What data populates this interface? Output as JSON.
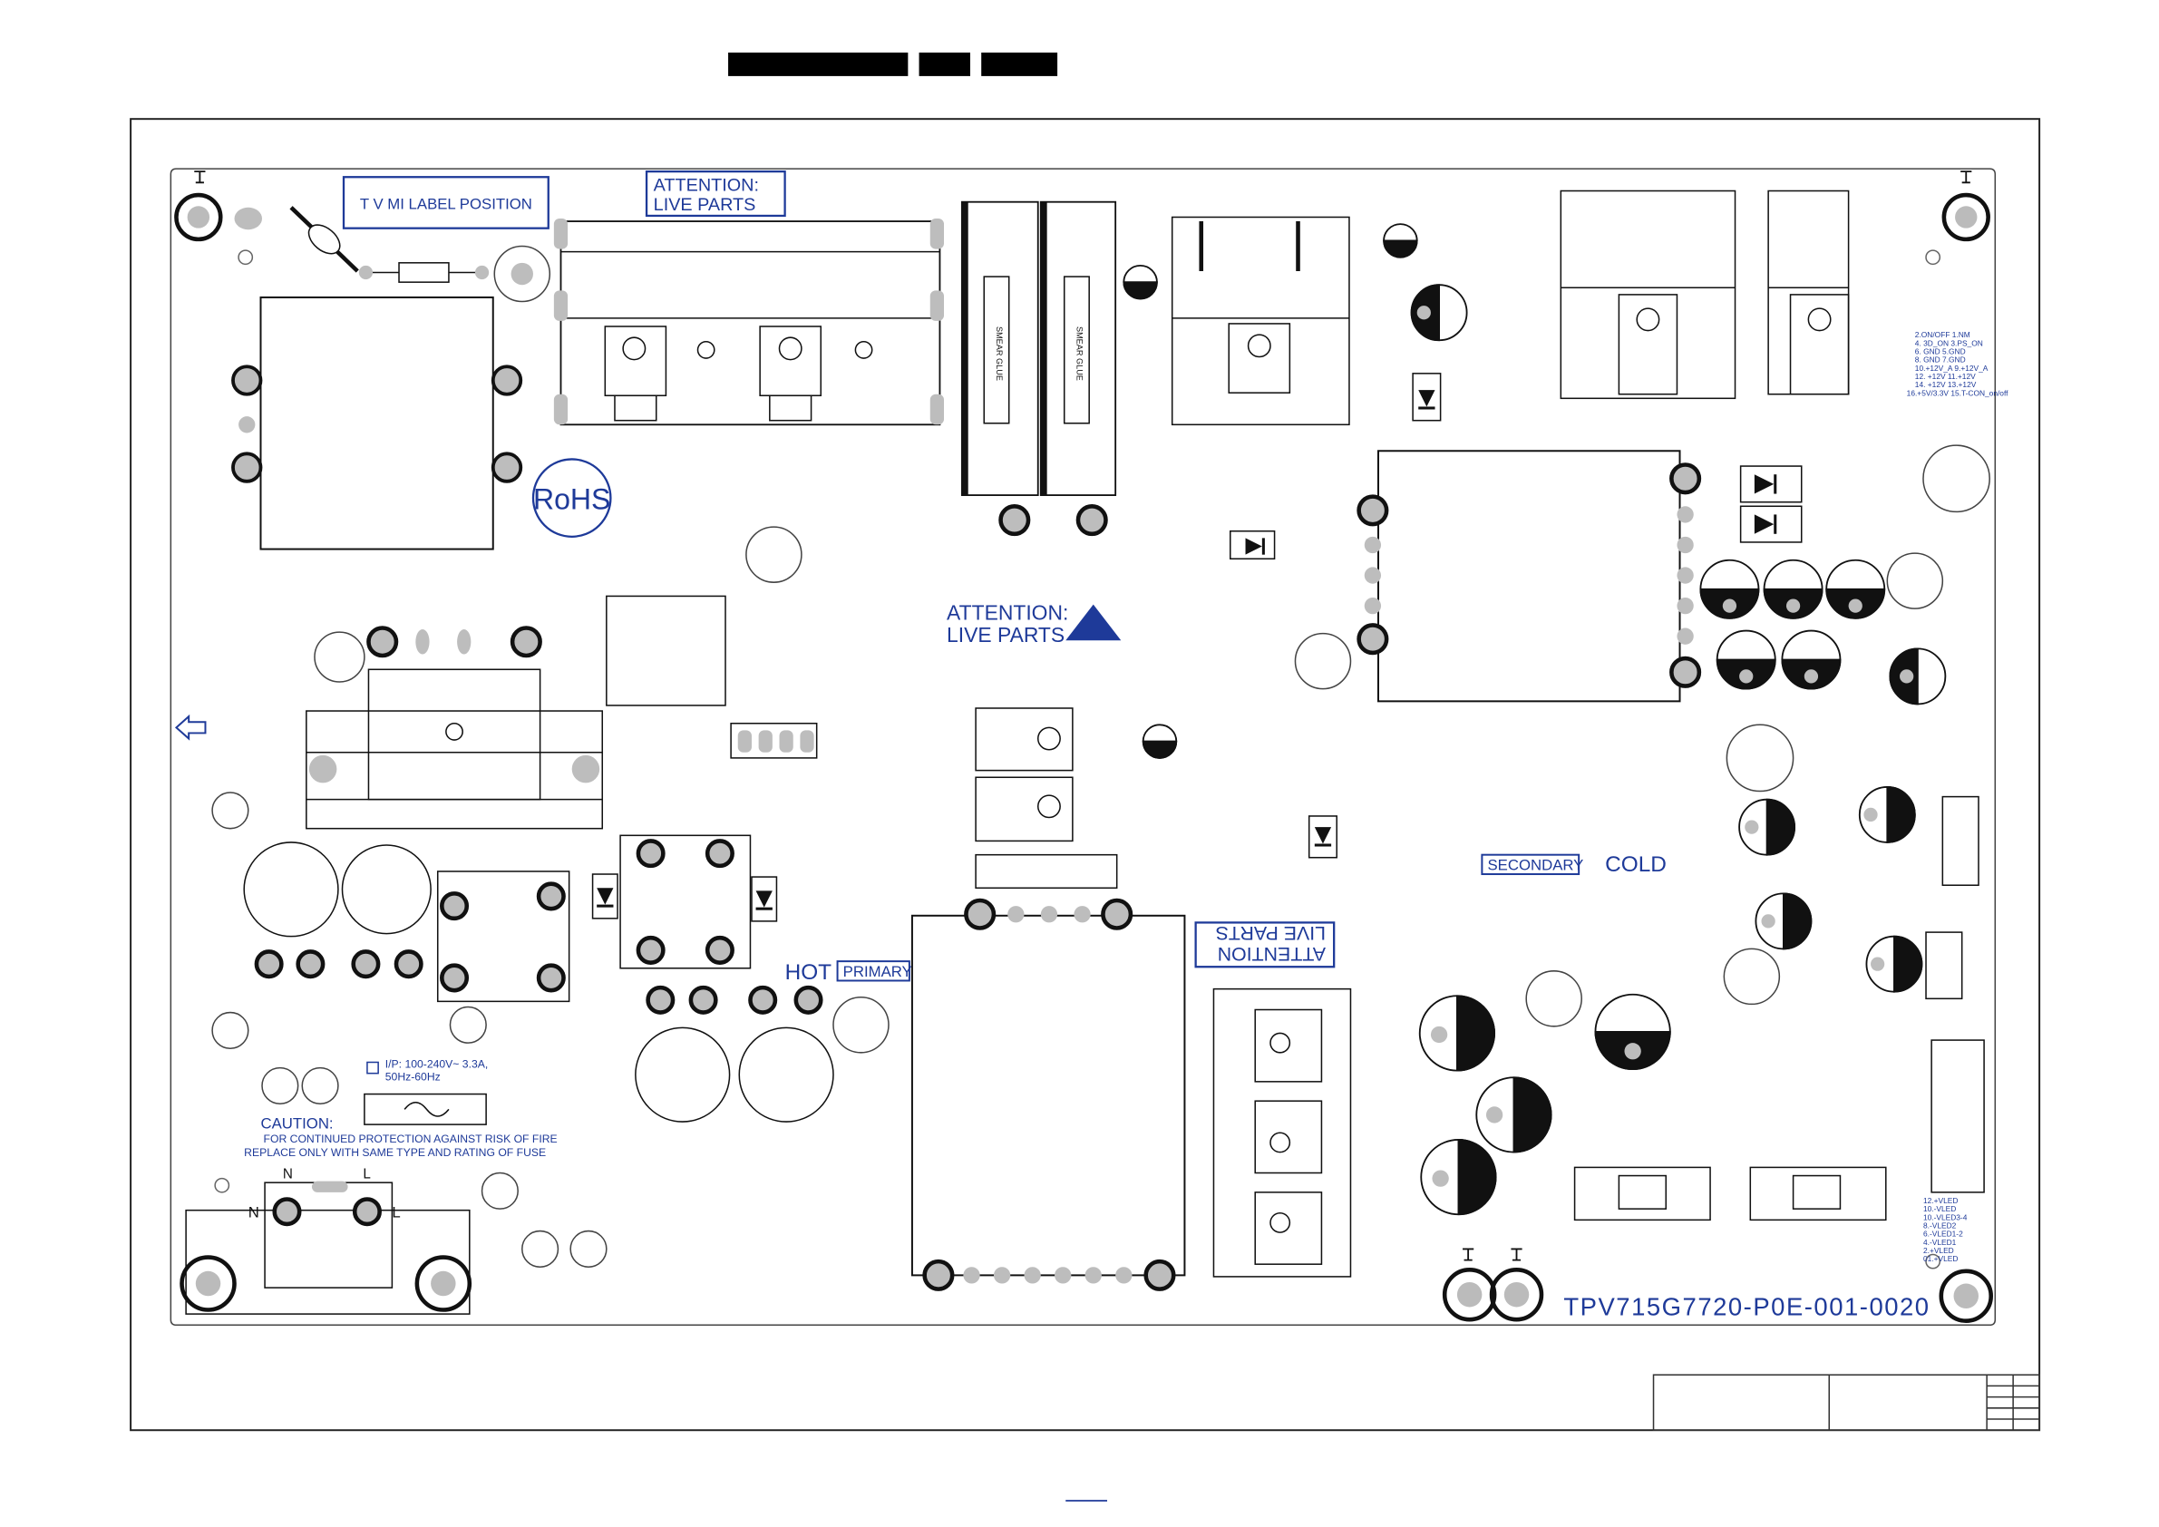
{
  "labels": {
    "tv_label": "T V  MI  LABEL  POSITION",
    "attention1_l1": "ATTENTION:",
    "attention1_l2": "LIVE PARTS",
    "attention2_l1": "ATTENTION:",
    "attention2_l2": "LIVE PARTS",
    "attention3_l1": "ATTENTION",
    "attention3_l2": "LIVE PARTS",
    "rohs": "RoHS",
    "hot": "HOT",
    "primary": "PRIMARY",
    "secondary": "SECONDARY",
    "cold": "COLD",
    "input_rating_l1": "I/P: 100-240V~ 3.3A,",
    "input_rating_l2": "50Hz-60Hz",
    "caution_title": "CAUTION:",
    "caution_l1": "FOR CONTINUED PROTECTION AGAINST RISK OF FIRE",
    "caution_l2": "REPLACE ONLY WITH SAME TYPE AND RATING OF FUSE",
    "board_id": "TPV715G7720-P0E-001-0020",
    "n_label": "N",
    "l_label": "L",
    "n_side": "N",
    "l_side": "L",
    "glue1": "SMEAR GLUE",
    "glue2": "SMEAR GLUE",
    "conn1_pins": [
      "2.ON/OFF 1.NM",
      "4. 3D_ON 3.PS_ON",
      "6. GND 5.GND",
      "8. GND 7.GND",
      "10.+12V_A 9.+12V_A",
      "12. +12V 11.+12V",
      "14. +12V 13.+12V",
      "16.+5V/3.3V 15.T-CON_on/off"
    ],
    "conn2_pins": [
      "12.+VLED",
      "10.-VLED",
      "10.-VLED3-4",
      "8.-VLED2",
      "6.-VLED1-2",
      "4.-VLED1",
      "2.+VLED",
      "01.+VLED"
    ]
  },
  "colors": {
    "ink": "#111111",
    "blue": "#1e3a99",
    "pad_gray": "#bdbdbd",
    "outline": "#444444"
  },
  "icons": [
    "screw-icon",
    "fuse-icon",
    "transformer-icon",
    "warning-triangle-icon",
    "capacitor-icon",
    "diode-icon"
  ]
}
